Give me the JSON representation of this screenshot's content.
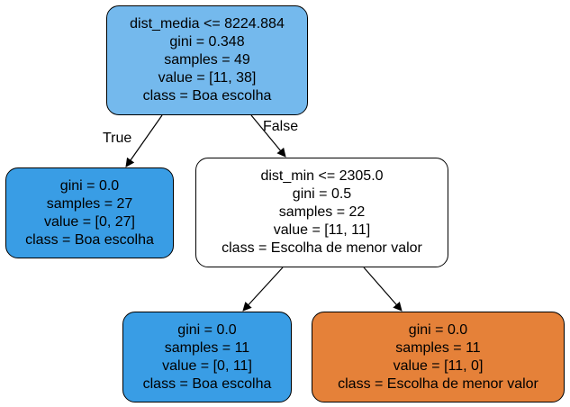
{
  "tree": {
    "root": {
      "lines": [
        "dist_media <= 8224.884",
        "gini = 0.348",
        "samples = 49",
        "value = [11, 38]",
        "class = Boa escolha"
      ],
      "fill": "#74b9ed"
    },
    "left": {
      "lines": [
        "gini = 0.0",
        "samples = 27",
        "value = [0, 27]",
        "class = Boa escolha"
      ],
      "fill": "#399de5"
    },
    "right": {
      "lines": [
        "dist_min <= 2305.0",
        "gini = 0.5",
        "samples = 22",
        "value = [11, 11]",
        "class = Escolha de menor valor"
      ],
      "fill": "#ffffff"
    },
    "right_left": {
      "lines": [
        "gini = 0.0",
        "samples = 11",
        "value = [0, 11]",
        "class = Boa escolha"
      ],
      "fill": "#399de5"
    },
    "right_right": {
      "lines": [
        "gini = 0.0",
        "samples = 11",
        "value = [11, 0]",
        "class = Escolha de menor valor"
      ],
      "fill": "#e58139"
    }
  },
  "edges": {
    "true_label": "True",
    "false_label": "False"
  }
}
